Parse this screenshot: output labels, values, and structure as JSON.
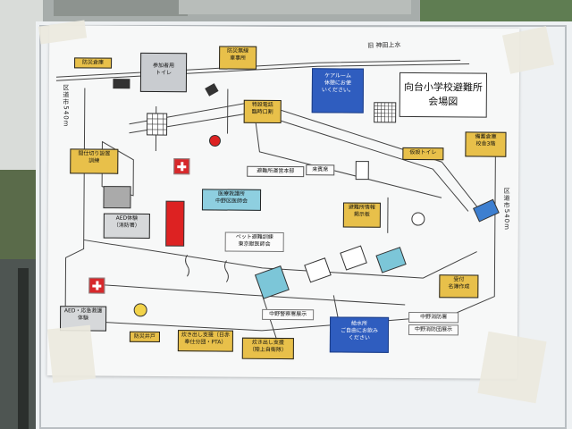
{
  "poster": {
    "title": "向台小学校避難所\n会場図",
    "roads": {
      "west": "区道市540m",
      "east": "区道市540m",
      "north": "旧 神田上水"
    },
    "bubbles": {
      "bosai_souko": "防災倉庫",
      "sankasha_toilet": "参加者用\nトイレ",
      "bosai_musen": "防災無線\n車事所",
      "care_room": "ケアルーム\n休憩にお使\nいください。",
      "tokusetsu_denwa": "特設電話\n臨時口割",
      "shikiri": "間仕切り設置\n訓練",
      "kasetsu_toilet": "仮設トイレ",
      "bichiku_souko": "備蓄倉庫\n校舎3階",
      "iryo_kyugo": "医療救護所\n中野区医師会",
      "hinanjo_unei": "避難所運営本部",
      "raihin": "来賓席",
      "jouhou_keijiban": "避難所情報\n掲示板",
      "aed_shobo": "AED体験\n（消防署）",
      "pet": "ペット避難訓練\n東京獣医師会",
      "uketsuke": "受付\n名簿作成",
      "aed_kyugo": "AED・応急救護\n体験",
      "bosai_ido": "防災井戸",
      "takidashi_1": "炊き出し支援（日赤\n奉仕分団・PTA）",
      "takidashi_2": "炊き出し支援\n（陸上自衛隊）",
      "keisatsu": "中野警察署展示",
      "kyusui": "給水所\nご自由にお飲み\nください",
      "shobo_1": "中野消防署",
      "shobo_2": "中野消防団展示"
    }
  }
}
